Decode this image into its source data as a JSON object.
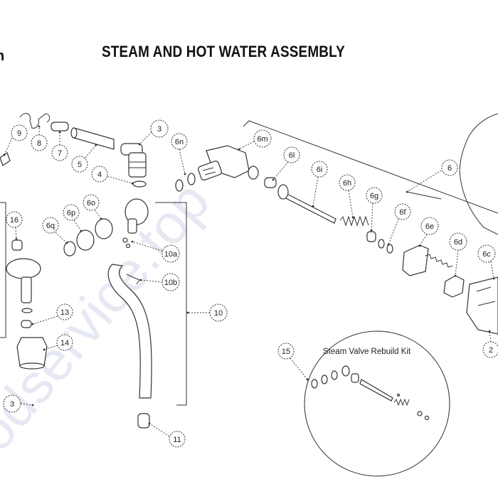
{
  "title": "STEAM AND HOT WATER ASSEMBLY",
  "kit_label": "Steam Valve Rebuild Kit",
  "watermark_text": "odservice.top",
  "colors": {
    "line": "#333333",
    "background": "#ffffff",
    "watermark": "#c9cde6"
  },
  "callouts": [
    {
      "id": "9",
      "label": "9"
    },
    {
      "id": "8",
      "label": "8"
    },
    {
      "id": "7",
      "label": "7"
    },
    {
      "id": "5",
      "label": "5"
    },
    {
      "id": "3-top",
      "label": "3"
    },
    {
      "id": "4",
      "label": "4"
    },
    {
      "id": "6n",
      "label": "6n"
    },
    {
      "id": "6m",
      "label": "6m"
    },
    {
      "id": "6l",
      "label": "6l"
    },
    {
      "id": "6i",
      "label": "6i"
    },
    {
      "id": "6h",
      "label": "6h"
    },
    {
      "id": "6g",
      "label": "6g"
    },
    {
      "id": "6f",
      "label": "6f"
    },
    {
      "id": "6e",
      "label": "6e"
    },
    {
      "id": "6d",
      "label": "6d"
    },
    {
      "id": "6c",
      "label": "6c"
    },
    {
      "id": "6",
      "label": "6"
    },
    {
      "id": "2",
      "label": "2"
    },
    {
      "id": "16",
      "label": "16"
    },
    {
      "id": "6q",
      "label": "6q"
    },
    {
      "id": "6p",
      "label": "6p"
    },
    {
      "id": "6o",
      "label": "6o"
    },
    {
      "id": "10a",
      "label": "10a"
    },
    {
      "id": "10b",
      "label": "10b"
    },
    {
      "id": "10",
      "label": "10"
    },
    {
      "id": "13",
      "label": "13"
    },
    {
      "id": "14",
      "label": "14"
    },
    {
      "id": "15",
      "label": "15"
    },
    {
      "id": "11",
      "label": "11"
    },
    {
      "id": "3-bottom",
      "label": "3"
    }
  ]
}
